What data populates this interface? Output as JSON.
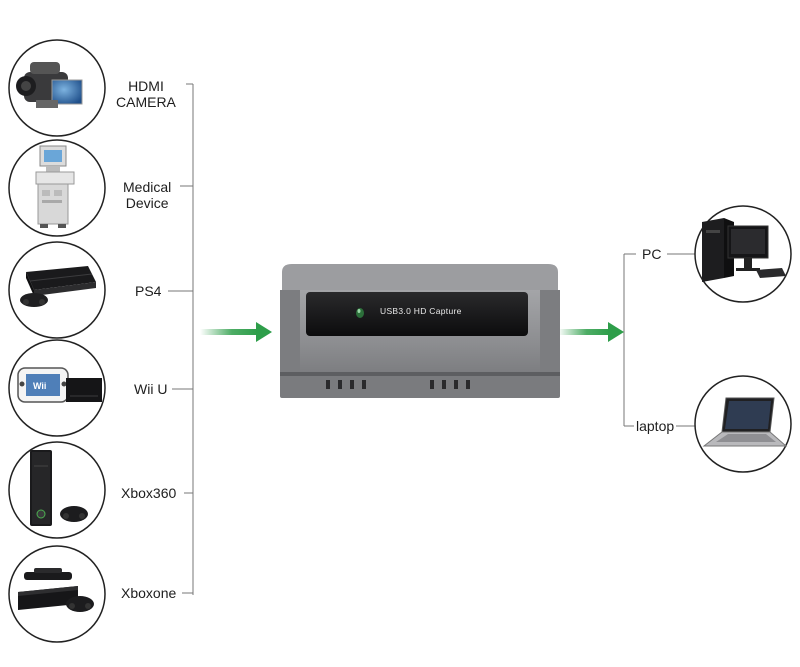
{
  "inputs": [
    {
      "id": "camera",
      "label": "HDMI\nCAMERA",
      "icon": "camcorder-icon"
    },
    {
      "id": "medical",
      "label": "Medical\nDevice",
      "icon": "medical-device-icon"
    },
    {
      "id": "ps4",
      "label": "PS4",
      "icon": "ps4-console-icon"
    },
    {
      "id": "wiiu",
      "label": "Wii U",
      "icon": "wii-u-console-icon"
    },
    {
      "id": "xbox360",
      "label": "Xbox360",
      "icon": "xbox360-console-icon"
    },
    {
      "id": "xboxone",
      "label": "Xboxone",
      "icon": "xbox-one-console-icon"
    }
  ],
  "device": {
    "label": "USB3.0 HD Capture",
    "icon": "usb-capture-device-icon"
  },
  "outputs": [
    {
      "id": "pc",
      "label": "PC",
      "icon": "desktop-pc-icon"
    },
    {
      "id": "laptop",
      "label": "laptop",
      "icon": "laptop-icon"
    }
  ],
  "colors": {
    "arrow": "#2e9e4a",
    "line": "#777777",
    "circle_border": "#222222",
    "device_body": "#8a8a8c"
  }
}
